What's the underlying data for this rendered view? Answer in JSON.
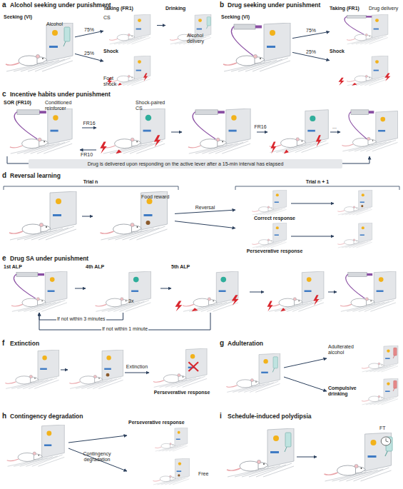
{
  "diagram": {
    "nodes": [
      {
        "text": [
          "Seeking (VI)",
          "Alcohol"
        ]
      },
      {
        "text": [
          "Taking (FR1)",
          "CS"
        ]
      },
      {
        "text": [
          "Drinking",
          "Alcohol delivery"
        ]
      },
      {
        "text": [
          "Shock",
          "Foot shock"
        ]
      },
      {
        "text": [
          "Seeking (VI)"
        ]
      },
      {
        "text": [
          "Taking (FR1)",
          "Drug delivery"
        ]
      },
      {
        "text": [
          "Shock"
        ]
      },
      {
        "text": [
          "SOR (FR10)",
          "Conditioned reinforcer"
        ]
      },
      {
        "text": [
          "Shock-paired CS"
        ]
      },
      {
        "text": [
          "Drug is delivered upon responding on the active lever after a 15-min interval has elapsed"
        ]
      },
      {
        "text": [
          "Food reward"
        ]
      },
      {
        "text": [
          "Correct response"
        ]
      },
      {
        "text": [
          "Perseverative response"
        ]
      },
      {
        "text": [
          "1st ALP"
        ]
      },
      {
        "text": [
          "4th ALP",
          "3x"
        ]
      },
      {
        "text": [
          "5th ALP"
        ]
      },
      {
        "text": [
          "Perseverative response"
        ]
      },
      {
        "text": [
          "Adulterated alcohol"
        ]
      },
      {
        "text": [
          "Compulsive drinking"
        ]
      },
      {
        "text": [
          "Perseverative response"
        ]
      },
      {
        "text": [
          "Free"
        ]
      },
      {
        "text": [
          "FT"
        ]
      }
    ],
    "edges": [
      {
        "from": 0,
        "to": 1,
        "label": "75%",
        "arrow": "to"
      },
      {
        "from": 0,
        "to": 3,
        "label": "25%",
        "arrow": "to"
      },
      {
        "from": 1,
        "to": 2,
        "arrow": "to"
      },
      {
        "from": 4,
        "to": 5,
        "label": "75%",
        "arrow": "to"
      },
      {
        "from": 4,
        "to": 6,
        "label": "25%",
        "arrow": "to"
      },
      {
        "from": 7,
        "to": 8,
        "label": "FR16",
        "arrow": "to"
      },
      {
        "from": 10,
        "to": 11,
        "label": "Reversal",
        "arrow": "to"
      },
      {
        "from": 10,
        "to": 12,
        "arrow": "to"
      },
      {
        "from": 13,
        "to": 14,
        "arrow": "to"
      },
      {
        "from": 14,
        "to": 15,
        "arrow": "to"
      },
      {
        "from": 14,
        "to": 13,
        "label": "If not within 3 minutes",
        "arrow": "to"
      },
      {
        "from": 15,
        "to": 13,
        "label": "If not within 1 minute",
        "arrow": "to"
      }
    ],
    "labels": [
      "a",
      "Alcohol seeking under punishment",
      "b",
      "Drug seeking under punishment",
      "c",
      "Incentive habits under punishment",
      "FR10",
      "FR16",
      "...",
      "d",
      "Reversal learning",
      "Trial n",
      "Trial n + 1",
      "e",
      "Drug SA under punishment",
      "f",
      "Extinction",
      "Extinction",
      "g",
      "Adulteration",
      "h",
      "Contingency degradation",
      "Contingency degradation",
      "i",
      "Schedule-induced polydipsia"
    ]
  }
}
